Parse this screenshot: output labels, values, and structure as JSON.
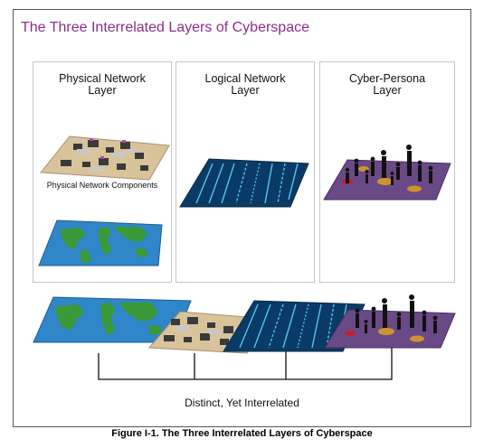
{
  "title": "The Three Interrelated Layers of Cyberspace",
  "panels": [
    {
      "title_line1": "Physical Network",
      "title_line2": "Layer",
      "subcaption": "Physical Network Components"
    },
    {
      "title_line1": "Logical Network",
      "title_line2": "Layer"
    },
    {
      "title_line1": "Cyber-Persona",
      "title_line2": "Layer"
    }
  ],
  "tagline": "Distinct, Yet Interrelated",
  "caption": "Figure I-1.  The Three Interrelated Layers of Cyberspace",
  "colors": {
    "title": "#8a2f8a",
    "map_ocean": "#2f86c8",
    "map_land": "#3a9a3a",
    "code_bg": "#0a3a66",
    "code_glow": "#5fd3ff",
    "persona_plane": "#6a4a86"
  }
}
